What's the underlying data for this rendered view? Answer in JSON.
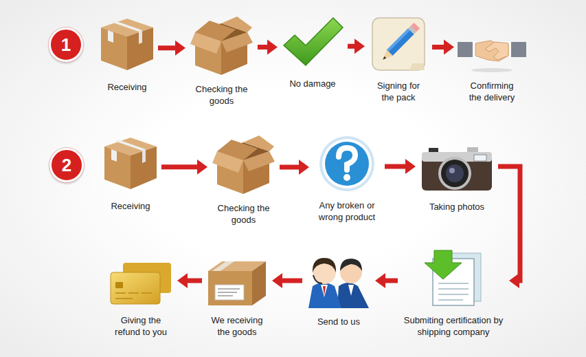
{
  "diagram": {
    "nodes": [
      {
        "text": [
          "1"
        ]
      },
      {
        "text": [
          "Receiving"
        ]
      },
      {
        "text": [
          "Checking the goods"
        ]
      },
      {
        "text": [
          "No damage"
        ]
      },
      {
        "text": [
          "Signing for the pack"
        ]
      },
      {
        "text": [
          "Confirming the delivery"
        ]
      },
      {
        "text": [
          "2"
        ]
      },
      {
        "text": [
          "Receiving"
        ]
      },
      {
        "text": [
          "Checking the goods"
        ]
      },
      {
        "text": [
          "Any broken or wrong product"
        ]
      },
      {
        "text": [
          "Taking photos"
        ]
      },
      {
        "text": [
          "Submiting certification by shipping company"
        ]
      },
      {
        "text": [
          "Send to us"
        ]
      },
      {
        "text": [
          "We receiving the goods"
        ]
      },
      {
        "text": [
          "Giving the refund to you"
        ]
      }
    ],
    "edges": [
      {
        "from": 1,
        "to": 2,
        "arrow": "to"
      },
      {
        "from": 2,
        "to": 3,
        "arrow": "to"
      },
      {
        "from": 3,
        "to": 4,
        "arrow": "to"
      },
      {
        "from": 4,
        "to": 5,
        "arrow": "to"
      },
      {
        "from": 7,
        "to": 8,
        "arrow": "to"
      },
      {
        "from": 8,
        "to": 9,
        "arrow": "to"
      },
      {
        "from": 9,
        "to": 10,
        "arrow": "to"
      },
      {
        "from": 10,
        "to": 11,
        "arrow": "to"
      },
      {
        "from": 11,
        "to": 12,
        "arrow": "to"
      },
      {
        "from": 12,
        "to": 13,
        "arrow": "to"
      },
      {
        "from": 13,
        "to": 14,
        "arrow": "to"
      }
    ]
  }
}
